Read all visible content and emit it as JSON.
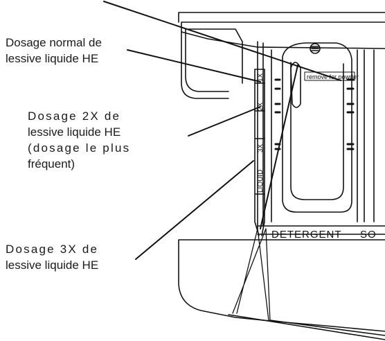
{
  "labels": {
    "normal": [
      "Dosage normal de",
      "lessive liquide HE"
    ],
    "two_x": [
      "Dosage 2X de",
      "lessive liquide HE",
      "(dosage le plus",
      "fréquent)"
    ],
    "three_x": [
      "Dosage 3X de",
      "lessive liquide HE"
    ]
  },
  "dispenser_text": {
    "remove_for_powder": "remove for powder",
    "liquid": "LIQUID",
    "mark_1x": "1X",
    "mark_2x": "2X",
    "mark_3x": "3X",
    "detergent": "DETERGENT",
    "softener_partial": "SO"
  },
  "colors": {
    "line": "#111111",
    "background": "#ffffff"
  }
}
